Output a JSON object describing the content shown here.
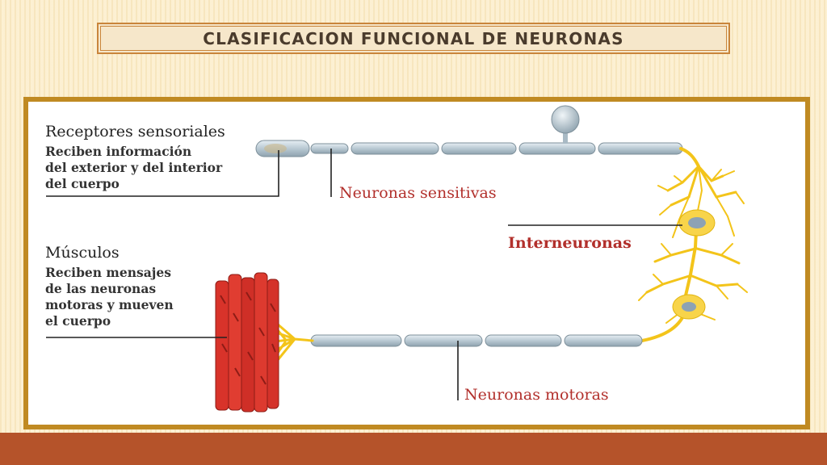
{
  "title": "CLASIFICACION FUNCIONAL DE NEURONAS",
  "colors": {
    "background": "#fcefcf",
    "title_border": "#c9853b",
    "frame_border": "#c08a22",
    "label_red": "#b2302c",
    "axon": "#b9c9d3",
    "neuron_yellow": "#f5c81e",
    "muscle_red": "#d8332a",
    "bottom_bar": "#b5532a"
  },
  "diagram": {
    "receptors": {
      "heading": "Receptores sensoriales",
      "description": "Reciben información\ndel exterior y del interior\ndel cuerpo"
    },
    "muscles": {
      "heading": "Músculos",
      "description": "Reciben mensajes\nde las neuronas\nmotoras y mueven\nel cuerpo"
    },
    "sensory_label": "Neuronas sensitivas",
    "interneuron_label": "Interneuronas",
    "motor_label": "Neuronas motoras"
  }
}
